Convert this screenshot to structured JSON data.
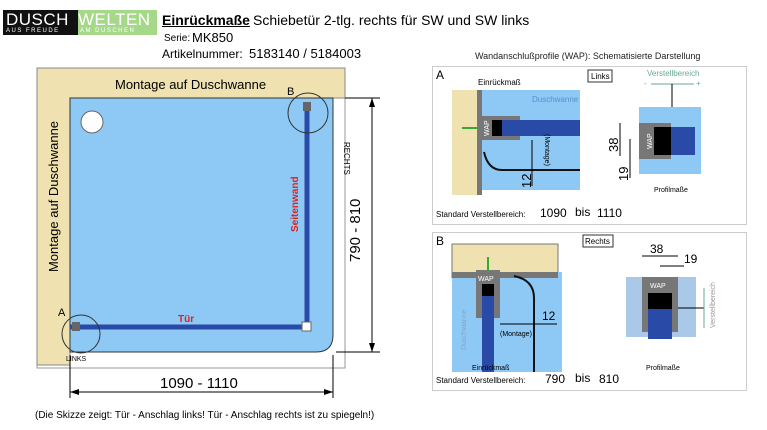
{
  "header": {
    "logo_part1": "DUSCH",
    "logo_part2": "WELTEN",
    "logo_sub1": "AUS FREUDE",
    "logo_sub2": "AM DUSCHEN",
    "title": "Einrückmaße",
    "subtitle": "Schiebetür 2-tlg. rechts für SW und SW links",
    "serie_label": "Serie:",
    "serie_value": "MK850",
    "article_label": "Artikelnummer:",
    "article_value": "5183140 / 5184003"
  },
  "main_sketch": {
    "top_label": "Montage auf Duschwanne",
    "left_label": "Montage auf Duschwanne",
    "side_wall_label": "Seitenwand",
    "door_label": "Tür",
    "marker_a": "A",
    "marker_b": "B",
    "right_label": "RECHTS",
    "left_corner_label": "LINKS",
    "height_dim": "790 - 810",
    "width_dim": "1090 - 1110",
    "footnote": "(Die Skizze zeigt: Tür - Anschlag links! Tür - Anschlag rechts ist zu spiegeln!)"
  },
  "wap": {
    "title": "Wandanschlußprofile (WAP): Schematisierte Darstellung",
    "panel_a": {
      "letter": "A",
      "side": "Links",
      "einrueck": "Einrückmaß",
      "tray": "Duschwanne",
      "wap": "WAP",
      "montage": "(Montage)",
      "dim12": "12",
      "range_label": "Verstellbereich",
      "minus": "-",
      "plus": "+",
      "dim38": "38",
      "dim19": "19",
      "profile": "Profilmaße",
      "std_label": "Standard Verstellbereich:",
      "from": "1090",
      "bis": "bis",
      "to": "1110"
    },
    "panel_b": {
      "letter": "B",
      "side": "Rechts",
      "einrueck": "Einrückmaß",
      "tray": "Duschwanne",
      "wap": "WAP",
      "montage": "(Montage)",
      "dim12": "12",
      "range_label": "Verstellbereich",
      "minus": "-",
      "plus": "+",
      "dim38": "38",
      "dim19": "19",
      "profile": "Profilmaße",
      "std_label": "Standard Verstellbereich:",
      "from": "790",
      "bis": "bis",
      "to": "810"
    }
  },
  "colors": {
    "tray": "#8ec8f5",
    "wall": "#efe2b0",
    "profile": "#2a4aa8",
    "red": "#d22",
    "logo_green": "#a6d88a"
  }
}
